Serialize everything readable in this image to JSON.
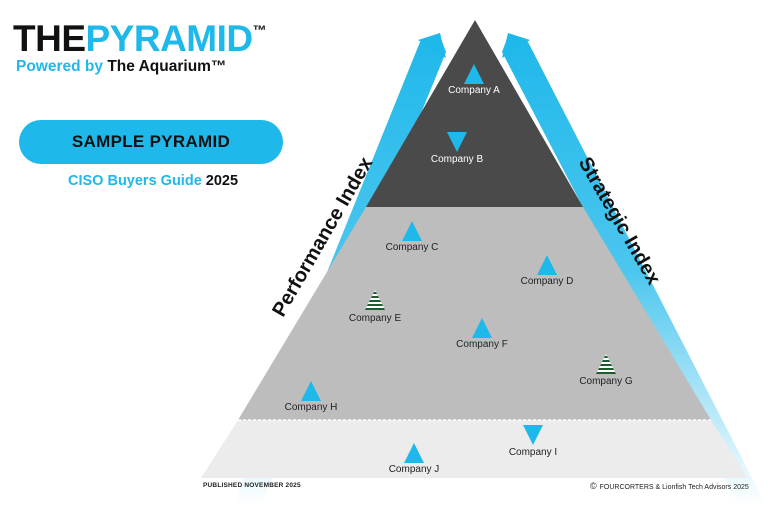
{
  "brand": {
    "the": "THE",
    "pyramid": "PYRAMID",
    "tm": "™"
  },
  "powered": {
    "prefix": "Powered by ",
    "name": "The Aquarium™"
  },
  "pill_label": "SAMPLE PYRAMID",
  "guide": {
    "prefix": "CISO Buyers Guide ",
    "year": "2025"
  },
  "axes": {
    "left": "Performance Index",
    "right": "Strategic Index"
  },
  "companies": [
    {
      "label": "Company A",
      "marker": "triangle-up"
    },
    {
      "label": "Company B",
      "marker": "triangle-down"
    },
    {
      "label": "Company C",
      "marker": "triangle-up"
    },
    {
      "label": "Company D",
      "marker": "triangle-up"
    },
    {
      "label": "Company E",
      "marker": "striped-triangle"
    },
    {
      "label": "Company F",
      "marker": "triangle-up"
    },
    {
      "label": "Company G",
      "marker": "striped-triangle"
    },
    {
      "label": "Company H",
      "marker": "triangle-up"
    },
    {
      "label": "Company I",
      "marker": "triangle-down"
    },
    {
      "label": "Company J",
      "marker": "triangle-up"
    }
  ],
  "footer": {
    "published": "PUBLISHED NOVEMBER 2025",
    "copyright_symbol": "©",
    "copyright": "FOURCORTERS & Lionfish Tech Advisors 2025"
  },
  "colors": {
    "accent": "#1fb8ea",
    "top_tier": "#4a4a4a",
    "middle_tier": "#bdbdbd",
    "bottom_tier": "#ececec",
    "striped": "#1e5b2e"
  }
}
